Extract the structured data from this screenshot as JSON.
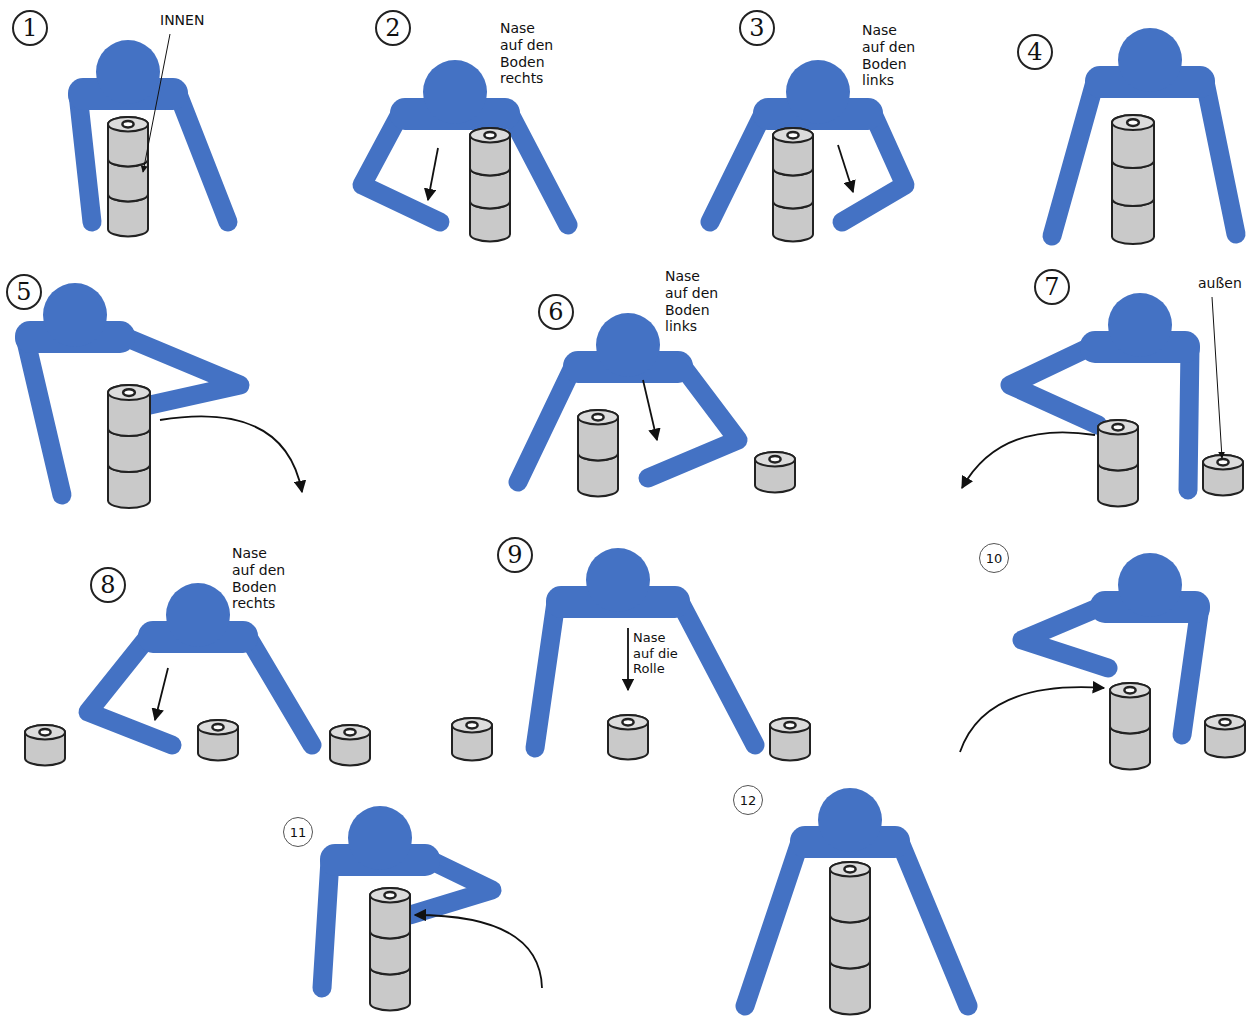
{
  "diagram": {
    "nodes": [
      {
        "text": [
          "1"
        ]
      },
      {
        "text": [
          "2"
        ]
      },
      {
        "text": [
          "3"
        ]
      },
      {
        "text": [
          "4"
        ]
      },
      {
        "text": [
          "5"
        ]
      },
      {
        "text": [
          "6"
        ]
      },
      {
        "text": [
          "7"
        ]
      },
      {
        "text": [
          "8"
        ]
      },
      {
        "text": [
          "9"
        ]
      },
      {
        "text": [
          "10"
        ]
      },
      {
        "text": [
          "11"
        ]
      },
      {
        "text": [
          "12"
        ]
      }
    ],
    "labels": [
      "INNEN",
      "Nase auf den Boden rechts",
      "Nase auf den Boden links",
      "Nase auf den Boden links",
      "außen",
      "Nase auf den Boden rechts",
      "Nase auf die Rolle"
    ]
  }
}
